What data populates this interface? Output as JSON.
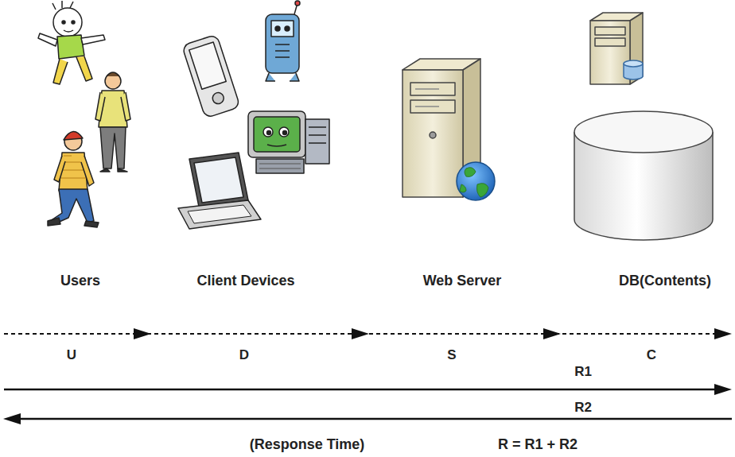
{
  "diagram": {
    "labels": [
      "Users",
      "Client Devices",
      "Web Server",
      "DB(Contents)",
      "U",
      "D",
      "S",
      "C",
      "R1",
      "R2",
      "(Response Time)",
      "R = R1 + R2"
    ]
  }
}
